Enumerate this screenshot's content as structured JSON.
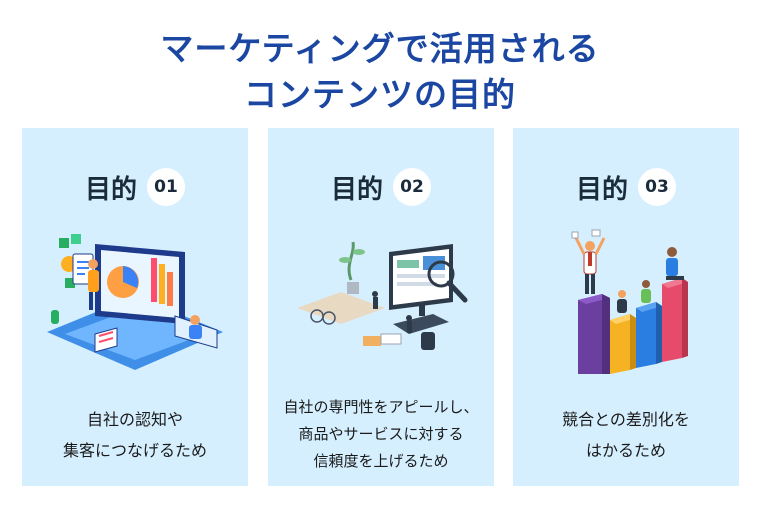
{
  "title": {
    "line1": "マーケティングで活用される",
    "line2": "コンテンツの目的"
  },
  "cards": [
    {
      "label": "目的",
      "number": "01",
      "description": [
        "自社の認知や",
        "集客につなげるため"
      ],
      "illustration": "website-analytics-illustration"
    },
    {
      "label": "目的",
      "number": "02",
      "description": [
        "自社の専門性をアピールし、",
        "商品やサービスに対する",
        "信頼度を上げるため"
      ],
      "illustration": "desk-workspace-illustration"
    },
    {
      "label": "目的",
      "number": "03",
      "description": [
        "競合との差別化を",
        "はかるため"
      ],
      "illustration": "bar-chart-people-illustration"
    }
  ],
  "colors": {
    "title": "#1b47a3",
    "card_bg": "#d6efff",
    "badge_bg": "#ffffff"
  }
}
